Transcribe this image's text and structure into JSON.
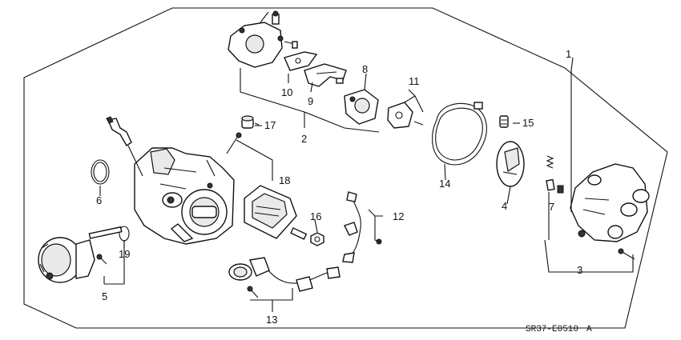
{
  "diagram_code": "SR37-E0510",
  "diagram_code_suffix": "A",
  "callouts": {
    "c1": "1",
    "c2": "2",
    "c3": "3",
    "c4": "4",
    "c5": "5",
    "c6": "6",
    "c7": "7",
    "c8": "8",
    "c9": "9",
    "c10": "10",
    "c11": "11",
    "c12": "12",
    "c13": "13",
    "c14": "14",
    "c15": "15",
    "c16": "16",
    "c17": "17",
    "c18": "18",
    "c19": "19"
  }
}
